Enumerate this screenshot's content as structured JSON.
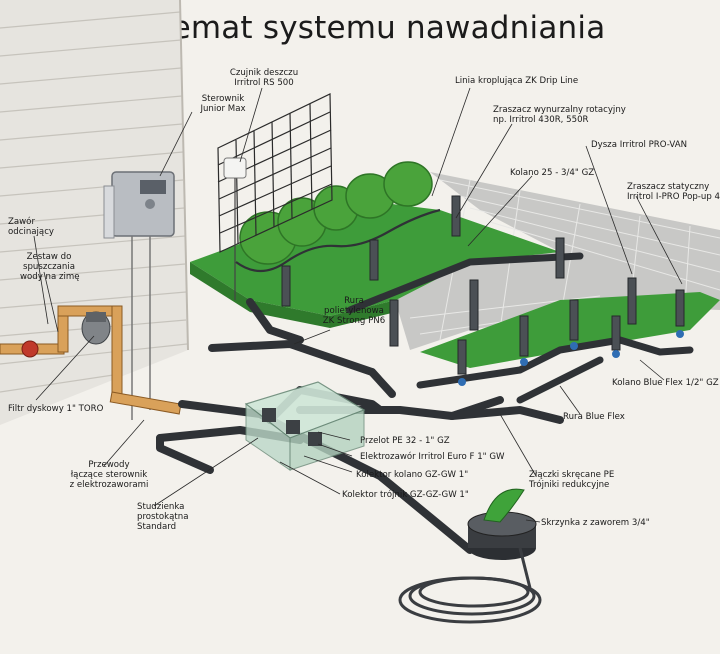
{
  "title": "Schemat systemu nawadniania",
  "labels": {
    "rain_sensor": [
      "Czujnik deszczu",
      "Irritrol RS 500"
    ],
    "controller": [
      "Sterownik",
      "Junior Max"
    ],
    "drip_line": [
      "Linia kroplująca ZK Drip Line"
    ],
    "rotary_sprinkler": [
      "Zraszacz wynurzalny rotacyjny",
      "np. Irritrol 430R, 550R"
    ],
    "pro_van_nozzle": [
      "Dysza Irritrol PRO-VAN"
    ],
    "elbow_25": [
      "Kolano 25 - 3/4\" GZ"
    ],
    "static_sprinkler": [
      "Zraszacz statyczny",
      "Irritrol I-PRO Pop-up 4\""
    ],
    "shutoff_valve": [
      "Zawór",
      "odcinający"
    ],
    "drain_kit": [
      "Zestaw do",
      "spuszczania",
      "wody na zimę"
    ],
    "pe_pipe": [
      "Rura",
      "polietylenowa",
      "ZK Strong PN6"
    ],
    "disc_filter": [
      "Filtr dyskowy 1\" TORO"
    ],
    "blue_flex_elbow": [
      "Kolano Blue Flex 1/2\" GZ"
    ],
    "blue_flex_pipe": [
      "Rura Blue Flex"
    ],
    "adapter_pe": [
      "Przelot PE 32 - 1\" GZ"
    ],
    "solenoid_valve": [
      "Elektrozawór Irritrol Euro F 1\" GW"
    ],
    "manifold_elbow": [
      "Kolektor kolano GZ-GW 1\""
    ],
    "manifold_tee": [
      "Kolektor trójnik GZ-GZ-GW 1\""
    ],
    "wires": [
      "Przewody",
      "łączące sterownik",
      "z elektrozaworami"
    ],
    "compression_fittings": [
      "Złączki skręcane PE",
      "Trójniki redukcyjne"
    ],
    "valve_box": [
      "Studzienka",
      "prostokątna",
      "Standard"
    ],
    "tap_box": [
      "Skrzynka z zaworem 3/4\""
    ]
  }
}
